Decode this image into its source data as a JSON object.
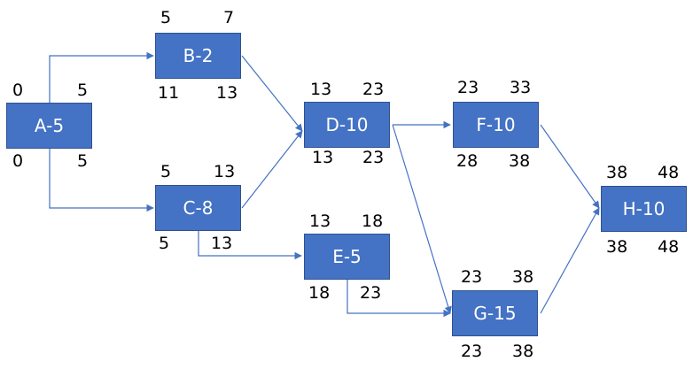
{
  "diagram": {
    "line_color": "#4472c4",
    "node_color": "#4472c4",
    "nodes": {
      "A": {
        "label": "A-5",
        "es": "0",
        "ef": "5",
        "ls": "0",
        "lf": "5"
      },
      "B": {
        "label": "B-2",
        "es": "5",
        "ef": "7",
        "ls": "11",
        "lf": "13"
      },
      "C": {
        "label": "C-8",
        "es": "5",
        "ef": "13",
        "ls": "5",
        "lf": "13"
      },
      "D": {
        "label": "D-10",
        "es": "13",
        "ef": "23",
        "ls": "13",
        "lf": "23"
      },
      "E": {
        "label": "E-5",
        "es": "13",
        "ef": "18",
        "ls": "18",
        "lf": "23"
      },
      "F": {
        "label": "F-10",
        "es": "23",
        "ef": "33",
        "ls": "28",
        "lf": "38"
      },
      "G": {
        "label": "G-15",
        "es": "23",
        "ef": "38",
        "ls": "23",
        "lf": "38"
      },
      "H": {
        "label": "H-10",
        "es": "38",
        "ef": "48",
        "ls": "38",
        "lf": "48"
      }
    },
    "edges": [
      {
        "from": "A",
        "to": "B"
      },
      {
        "from": "A",
        "to": "C"
      },
      {
        "from": "B",
        "to": "D"
      },
      {
        "from": "C",
        "to": "D"
      },
      {
        "from": "C",
        "to": "E"
      },
      {
        "from": "D",
        "to": "F"
      },
      {
        "from": "D",
        "to": "G"
      },
      {
        "from": "E",
        "to": "G"
      },
      {
        "from": "F",
        "to": "H"
      },
      {
        "from": "G",
        "to": "H"
      }
    ]
  }
}
